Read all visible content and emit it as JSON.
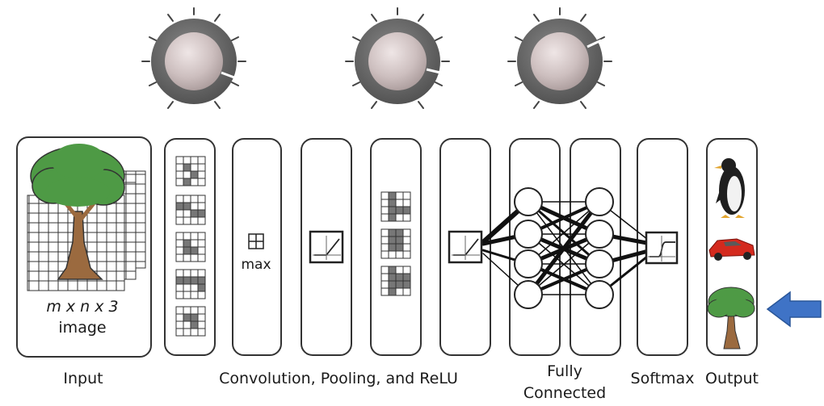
{
  "input_panel": {
    "dims": "m x n x 3",
    "caption": "image"
  },
  "max_label": "max",
  "stage_labels": {
    "input": "Input",
    "conv_pool_relu": "Convolution, Pooling, and ReLU",
    "fully_connected_line1": "Fully",
    "fully_connected_line2": "Connected",
    "softmax": "Softmax",
    "output": "Output"
  },
  "output_items": [
    "penguin-icon",
    "car-icon",
    "tree-icon"
  ],
  "highlighted_output": "tree",
  "colors": {
    "panel_stroke": "#333333",
    "knob_outer": "#6e6e6e",
    "knob_inner": "#cdbfbf",
    "tree_green": "#4e9a45",
    "tree_trunk": "#9b6a3f",
    "car_red": "#d42a1e",
    "arrow_blue": "#3f73c6"
  }
}
